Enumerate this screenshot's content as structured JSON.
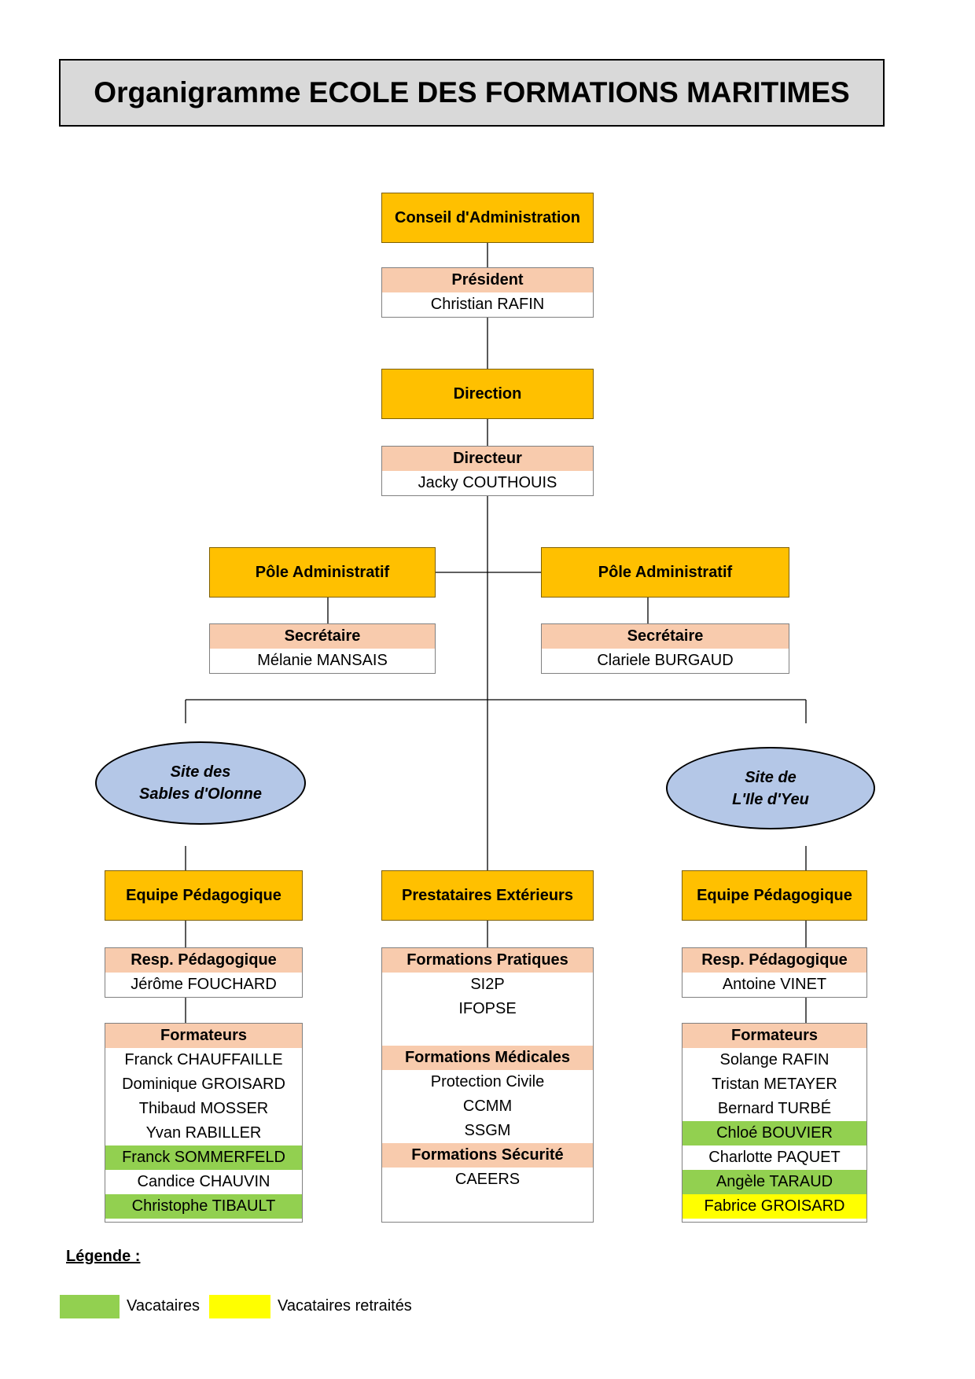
{
  "title": "Organigramme ECOLE DES FORMATIONS MARITIMES",
  "colors": {
    "orange_box": "#ffc000",
    "header_band": "#f8cbad",
    "ellipse_fill": "#b4c7e7",
    "vacataires": "#92d050",
    "vacataires_retraites": "#ffff00",
    "title_fill": "#d9d9d9"
  },
  "top": {
    "conseil": "Conseil d'Administration",
    "president": {
      "role": "Président",
      "name": "Christian RAFIN"
    },
    "direction": "Direction",
    "directeur": {
      "role": "Directeur",
      "name": "Jacky COUTHOUIS"
    }
  },
  "poles": [
    {
      "label": "Pôle Administratif",
      "role": "Secrétaire",
      "name": "Mélanie MANSAIS"
    },
    {
      "label": "Pôle Administratif",
      "role": "Secrétaire",
      "name": "Clariele BURGAUD"
    }
  ],
  "sites": {
    "left": {
      "line1": "Site des",
      "line2": "Sables d'Olonne"
    },
    "right": {
      "line1": "Site de",
      "line2": "L'Ile d'Yeu"
    }
  },
  "left_team": {
    "label": "Equipe Pédagogique",
    "resp_role": "Resp. Pédagogique",
    "resp_name": "Jérôme FOUCHARD",
    "formateurs_title": "Formateurs",
    "formateurs": [
      {
        "name": "Franck CHAUFFAILLE",
        "status": "none"
      },
      {
        "name": "Dominique GROISARD",
        "status": "none"
      },
      {
        "name": "Thibaud MOSSER",
        "status": "none"
      },
      {
        "name": "Yvan RABILLER",
        "status": "none"
      },
      {
        "name": "Franck SOMMERFELD",
        "status": "vacataire"
      },
      {
        "name": "Candice CHAUVIN",
        "status": "none"
      },
      {
        "name": "Christophe TIBAULT",
        "status": "vacataire"
      }
    ]
  },
  "center_team": {
    "label": "Prestataires Extérieurs",
    "pratiques_title": "Formations Pratiques",
    "pratiques": [
      "SI2P",
      "IFOPSE"
    ],
    "medicales_title": "Formations Médicales",
    "medicales": [
      "Protection Civile",
      "CCMM",
      "SSGM"
    ],
    "securite_title": "Formations Sécurité",
    "securite": [
      "CAEERS"
    ]
  },
  "right_team": {
    "label": "Equipe Pédagogique",
    "resp_role": "Resp. Pédagogique",
    "resp_name": "Antoine VINET",
    "formateurs_title": "Formateurs",
    "formateurs": [
      {
        "name": "Solange RAFIN",
        "status": "none"
      },
      {
        "name": "Tristan METAYER",
        "status": "none"
      },
      {
        "name": "Bernard TURBÉ",
        "status": "none"
      },
      {
        "name": "Chloé BOUVIER",
        "status": "vacataire"
      },
      {
        "name": "Charlotte PAQUET",
        "status": "none"
      },
      {
        "name": "Angèle TARAUD",
        "status": "vacataire"
      },
      {
        "name": "Fabrice GROISARD",
        "status": "retraite"
      }
    ]
  },
  "legend": {
    "title": "Légende :",
    "vacataires": "Vacataires",
    "vacataires_retraites": "Vacataires retraités"
  }
}
